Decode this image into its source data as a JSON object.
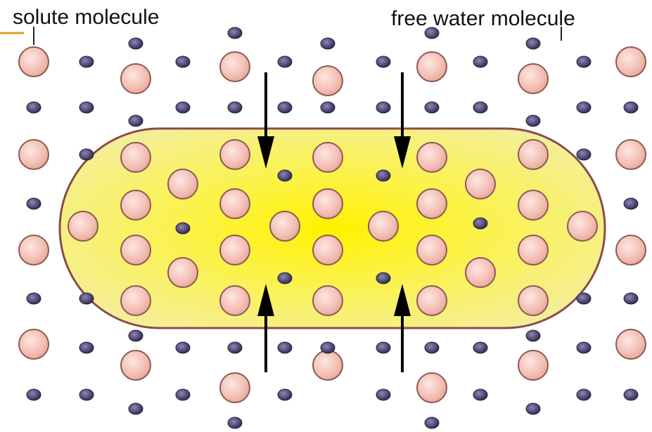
{
  "labels": {
    "solute": "solute molecule",
    "water": "free water molecule"
  },
  "colors": {
    "solute_fill": "#f4c6bd",
    "solute_stroke": "#8a5a52",
    "water_fill": "#4e4870",
    "water_stroke": "#2a2640",
    "region_fill_center": "#fff000",
    "region_fill_edge": "#f5ec80",
    "region_stroke": "#8b4b4b",
    "arrow": "#000000",
    "accent_line": "#d9a521"
  },
  "icons": {
    "solute": "large-pink-circle",
    "water": "small-purple-dot",
    "arrow": "downward-and-upward-black-arrows"
  }
}
